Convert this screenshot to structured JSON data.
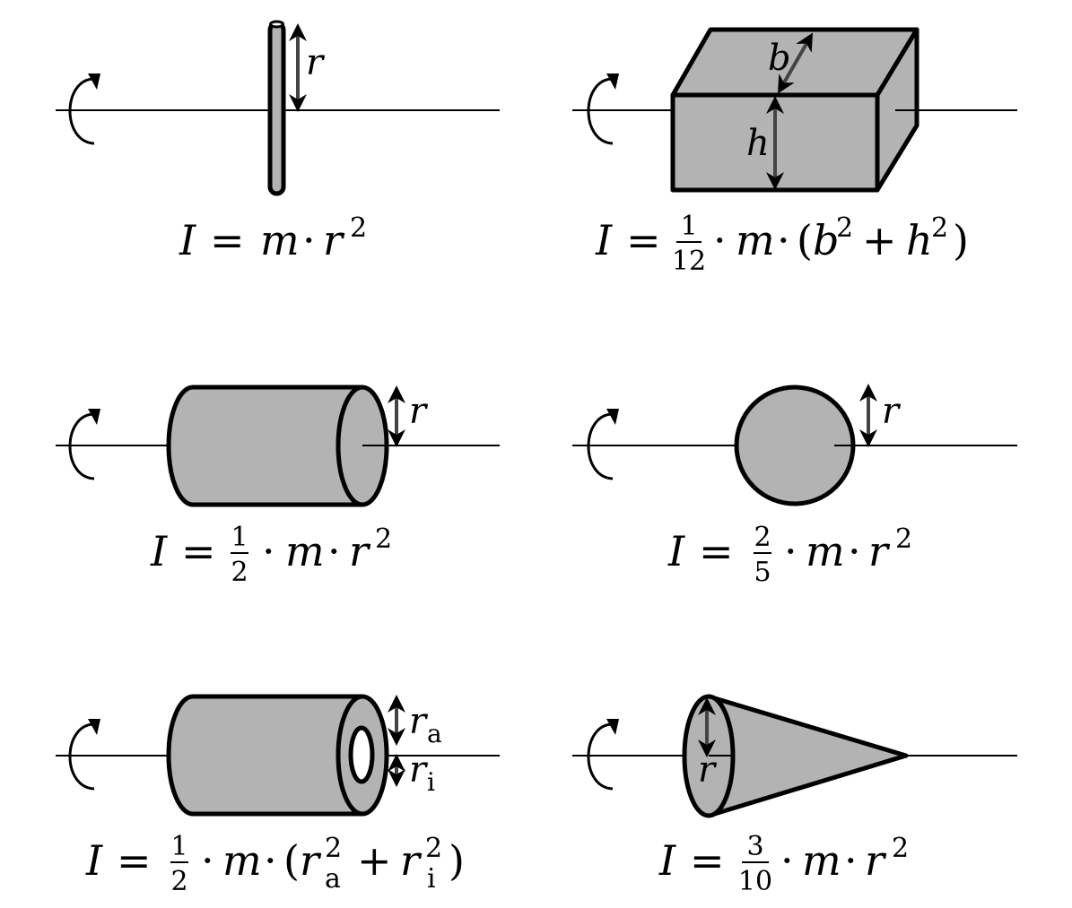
{
  "panels": [
    {
      "id": "thin-ring",
      "dim_labels": [
        {
          "text": "r"
        }
      ],
      "formula": {
        "I": "I",
        "eq": "=",
        "m": "m",
        "r": "r",
        "exp": "2",
        "dot": "·"
      }
    },
    {
      "id": "box",
      "dim_labels": [
        {
          "text": "b"
        },
        {
          "text": "h"
        }
      ],
      "formula": {
        "I": "I",
        "eq": "=",
        "num": "1",
        "den": "12",
        "dot": "·",
        "m": "m",
        "open": "(",
        "b": "b",
        "plus": "+",
        "h": "h",
        "close": ")",
        "exp": "2"
      }
    },
    {
      "id": "solid-cylinder",
      "dim_labels": [
        {
          "text": "r"
        }
      ],
      "formula": {
        "I": "I",
        "eq": "=",
        "num": "1",
        "den": "2",
        "dot": "·",
        "m": "m",
        "r": "r",
        "exp": "2"
      }
    },
    {
      "id": "sphere",
      "dim_labels": [
        {
          "text": "r"
        }
      ],
      "formula": {
        "I": "I",
        "eq": "=",
        "num": "2",
        "den": "5",
        "dot": "·",
        "m": "m",
        "r": "r",
        "exp": "2"
      }
    },
    {
      "id": "hollow-cylinder",
      "dim_labels": [
        {
          "text": "r",
          "sub": "a"
        },
        {
          "text": "r",
          "sub": "i"
        }
      ],
      "formula": {
        "I": "I",
        "eq": "=",
        "num": "1",
        "den": "2",
        "dot": "·",
        "m": "m",
        "open": "(",
        "r": "r",
        "sub_a": "a",
        "sub_i": "i",
        "plus": "+",
        "close": ")",
        "exp": "2"
      }
    },
    {
      "id": "cone",
      "dim_labels": [
        {
          "text": "r"
        }
      ],
      "formula": {
        "I": "I",
        "eq": "=",
        "num": "3",
        "den": "10",
        "dot": "·",
        "m": "m",
        "r": "r",
        "exp": "2"
      }
    }
  ]
}
